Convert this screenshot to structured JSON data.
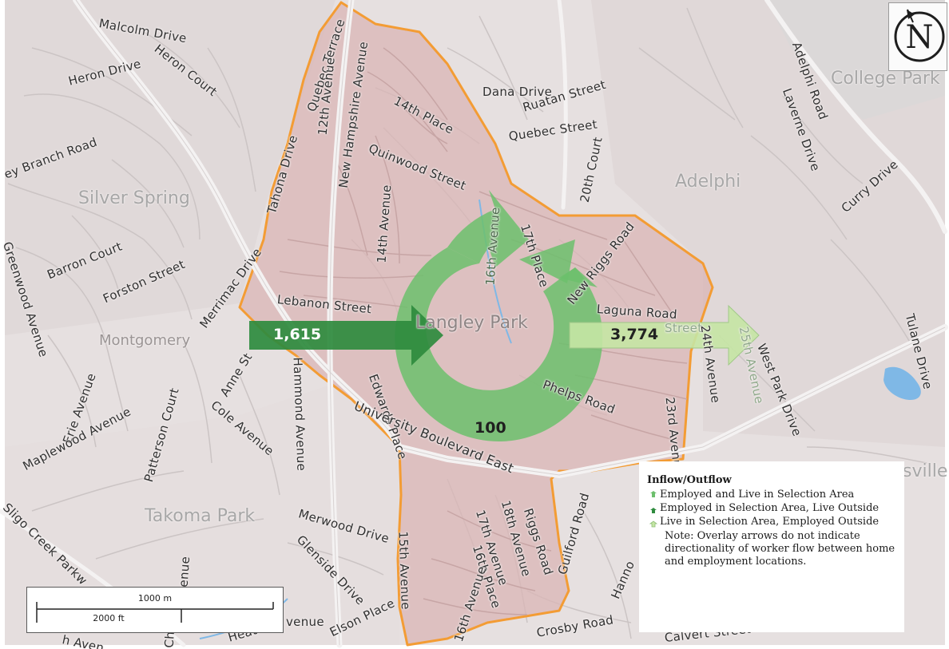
{
  "place_labels": {
    "silver_spring": "Silver Spring",
    "montgomery": "Montgomery",
    "takoma_park": "Takoma Park",
    "langley_park": "Langley Park",
    "adelphi": "Adelphi",
    "college_park": "College Park",
    "hyattsville_fragment": "sville"
  },
  "road_labels": {
    "malcolm_drive": "Malcolm Drive",
    "heron_court": "Heron Court",
    "heron_drive": "Heron Drive",
    "quebec_terrace": "Quebec Terrace",
    "twelfth_avenue": "12th Avenue",
    "new_hampshire_avenue": "New Hampshire Avenue",
    "fourteenth_place": "14th Place",
    "dana_drive": "Dana Drive",
    "ruatan_street": "Ruatan Street",
    "quebec_street": "Quebec Street",
    "branch_road": "ey Branch Road",
    "tahona_drive": "Tahona Drive",
    "quinwood_street": "Quinwood Street",
    "twentieth_court": "20th Court",
    "adelphi_road": "Adelphi Road",
    "laverne_drive": "Laverne Drive",
    "curry_drive": "Curry Drive",
    "fourteenth_avenue": "14th Avenue",
    "sixteenth_avenue_n": "16th Avenue",
    "seventeenth_place_n": "17th Place",
    "new_riggs_road": "New Riggs Road",
    "greenwood_avenue": "Greenwood Avenue",
    "barron_court": "Barron Court",
    "forston_street": "Forston Street",
    "merrimac_drive": "Merrimac Drive",
    "lebanon_street": "Lebanon Street",
    "laguna_road": "Laguna Road",
    "street_fragment": "Street",
    "twentyfourth_avenue": "24th Avenue",
    "twentyfifth_avenue": "25th Avenue",
    "west_park_drive": "West Park Drive",
    "tulane_drive": "Tulane Drive",
    "anne_street": "Anne St",
    "hammond_avenue": "Hammond Avenue",
    "edwards_place": "Edwards Place",
    "phelps_road": "Phelps Road",
    "twentythird_avenue": "23rd Avenue",
    "erie_avenue": "Erie Avenue",
    "cole_avenue": "Cole Avenue",
    "maplewood_avenue": "Maplewood Avenue",
    "patterson_court": "Patterson Court",
    "university_boulevard_east": "University Boulevard East",
    "sligo_creek_parkway": "Sligo Creek Parkw",
    "merwood_drive": "Merwood Drive",
    "glenside_drive": "Glenside Drive",
    "fifteenth_avenue": "15th Avenue",
    "seventeenth_avenue_s": "17th Avenue",
    "eighteenth_avenue": "18th Avenue",
    "sixteenth_place_s": "16th Place",
    "sixteenth_avenue_s": "16th Avenue",
    "riggs_road": "Riggs Road",
    "guilford_road": "Guilford Road",
    "elson_place": "Elson Place",
    "crosby_road": "Crosby Road",
    "calvert_street": "Calvert Street",
    "venue_fragment": "venue",
    "heath_fragment": "Heat",
    "avenue_fragment_left": "h Aven",
    "avenue_fragment_bottom": "enue",
    "hanno_fragment": "Hanno",
    "ch_fragment": "Ch"
  },
  "flows": {
    "inflow_value": "1,615",
    "outflow_value": "3,774",
    "internal_value": "100"
  },
  "legend": {
    "title": "Inflow/Outflow",
    "items": [
      {
        "label": "Employed and Live in Selection Area",
        "color": "#6cbf6c"
      },
      {
        "label": "Employed in Selection Area, Live Outside",
        "color": "#2e8b3e"
      },
      {
        "label": "Live in Selection Area, Employed Outside",
        "color": "#c5e6a4"
      }
    ],
    "note": "Note: Overlay arrows do not indicate directionality of worker flow between home and employment locations."
  },
  "north_arrow": {
    "letter": "N"
  },
  "scale_bar": {
    "metric": "1000 m",
    "imperial": "2000 ft"
  },
  "colors": {
    "selection_fill": "#d9b6b6",
    "selection_border": "#f39c34",
    "inflow_arrow": "#2e8b3e",
    "outflow_arrow": "#c5e6a4",
    "internal_arrow": "#6cbf6c",
    "water": "#7fb8e6"
  }
}
